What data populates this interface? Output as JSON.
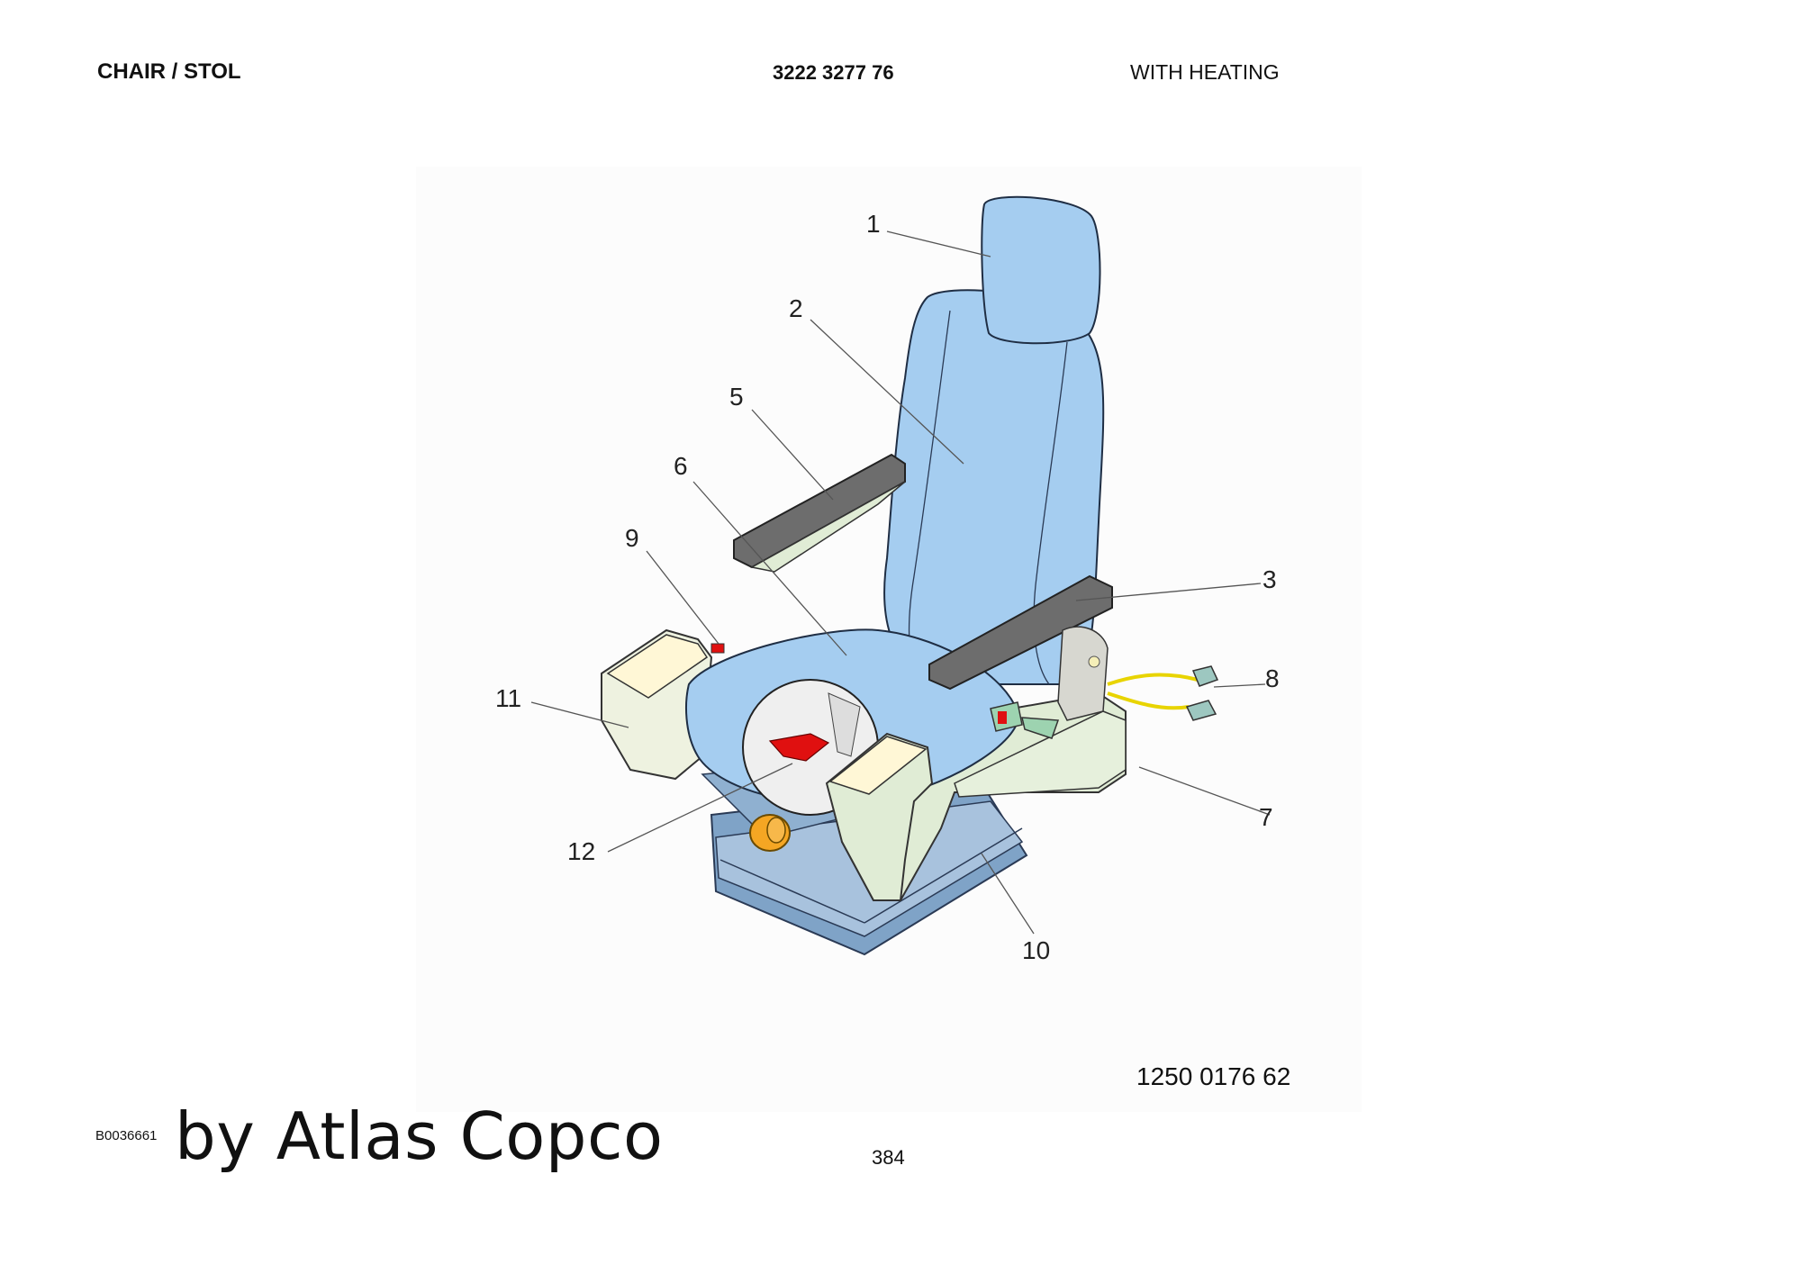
{
  "header": {
    "title": "CHAIR / STOL",
    "part_number": "3222 3277 76",
    "variant": "WITH HEATING"
  },
  "figure": {
    "reference_code": "1250 0176 62",
    "callouts": [
      "1",
      "2",
      "3",
      "5",
      "6",
      "7",
      "8",
      "9",
      "10",
      "11",
      "12"
    ],
    "colors": {
      "seat_blue": "#a5cdf0",
      "armrest_gray": "#6d6d6d",
      "frame_green": "#e0ecd5",
      "base_blue": "#7fa3c7",
      "knob_orange": "#f5a623",
      "lever_red": "#e01010",
      "wire_yellow": "#e8d400"
    }
  },
  "footer": {
    "doc_code": "B0036661",
    "brand": "by Atlas Copco",
    "page_number": "384"
  }
}
